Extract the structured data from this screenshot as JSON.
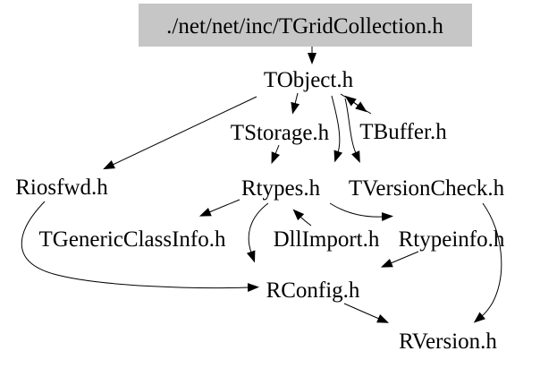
{
  "diagram": {
    "type": "include-dependency-graph",
    "root": {
      "label": "./net/net/inc/TGridCollection.h"
    },
    "nodes": {
      "tobject": {
        "label": "TObject.h"
      },
      "tstorage": {
        "label": "TStorage.h"
      },
      "tbuffer": {
        "label": "TBuffer.h"
      },
      "riosfwd": {
        "label": "Riosfwd.h"
      },
      "rtypes": {
        "label": "Rtypes.h"
      },
      "tversioncheck": {
        "label": "TVersionCheck.h"
      },
      "tgenericclassinfo": {
        "label": "TGenericClassInfo.h"
      },
      "dllimport": {
        "label": "DllImport.h"
      },
      "rtypeinfo": {
        "label": "Rtypeinfo.h"
      },
      "rconfig": {
        "label": "RConfig.h"
      },
      "rversion": {
        "label": "RVersion.h"
      }
    },
    "edges": [
      {
        "from": "./net/net/inc/TGridCollection.h",
        "to": "TObject.h"
      },
      {
        "from": "TObject.h",
        "to": "Riosfwd.h"
      },
      {
        "from": "TObject.h",
        "to": "TStorage.h"
      },
      {
        "from": "TObject.h",
        "to": "TBuffer.h"
      },
      {
        "from": "TBuffer.h",
        "to": "TObject.h"
      },
      {
        "from": "TObject.h",
        "to": "Rtypes.h"
      },
      {
        "from": "TObject.h",
        "to": "TVersionCheck.h"
      },
      {
        "from": "TStorage.h",
        "to": "Rtypes.h"
      },
      {
        "from": "Rtypes.h",
        "to": "TGenericClassInfo.h"
      },
      {
        "from": "DllImport.h",
        "to": "Rtypes.h"
      },
      {
        "from": "Rtypes.h",
        "to": "RConfig.h"
      },
      {
        "from": "Rtypes.h",
        "to": "Rtypeinfo.h"
      },
      {
        "from": "Rtypeinfo.h",
        "to": "RConfig.h"
      },
      {
        "from": "Riosfwd.h",
        "to": "RConfig.h"
      },
      {
        "from": "RConfig.h",
        "to": "RVersion.h"
      },
      {
        "from": "TVersionCheck.h",
        "to": "RVersion.h"
      }
    ],
    "colors": {
      "background": "#ffffff",
      "root_fill": "#c6c6c6",
      "edge": "#000000",
      "text": "#000000"
    }
  }
}
